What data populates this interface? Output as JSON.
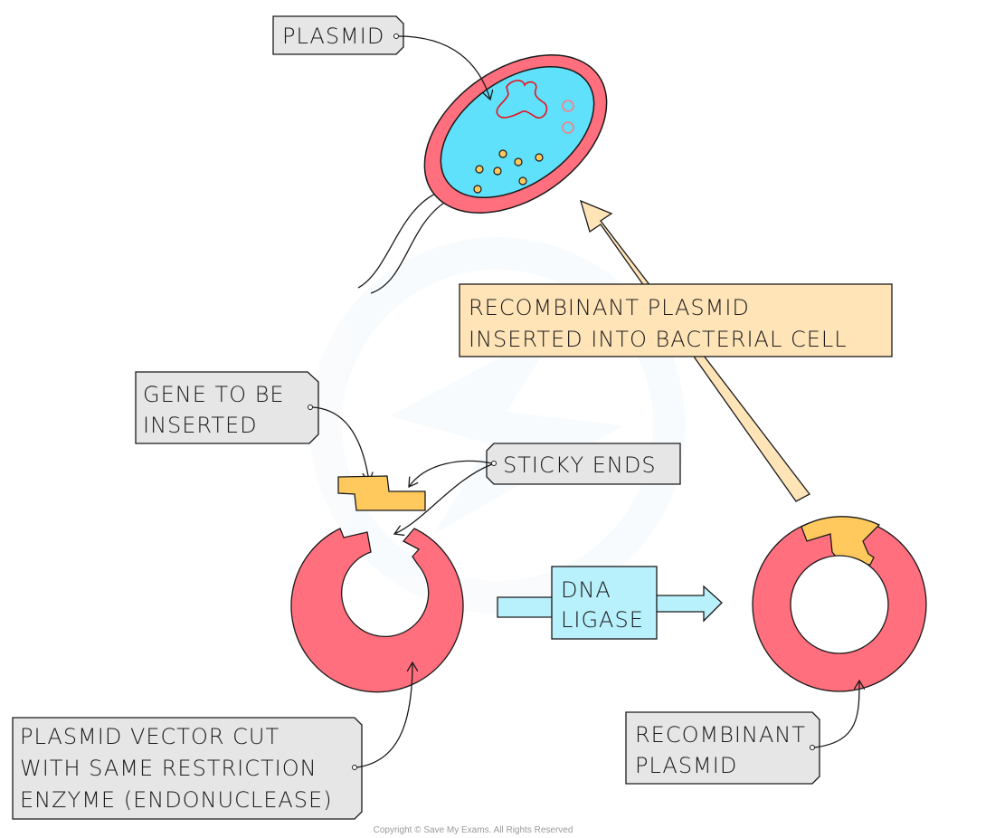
{
  "title": "Producing recombinant plasmid and inserting into bacterial cell",
  "labels": {
    "plasmid": "PLASMID",
    "recombinant_inserted": [
      "RECOMBINANT  PLASMID",
      "INSERTED  INTO BACTERIAL  CELL"
    ],
    "gene_to_be_inserted": [
      "GENE  TO  BE",
      "INSERTED"
    ],
    "sticky_ends": "STICKY  ENDS",
    "dna_ligase": [
      "DNA",
      "LIGASE"
    ],
    "plasmid_vector_cut": [
      "PLASMID  VECTOR  CUT",
      "WITH  SAME  RESTRICTION",
      "ENZYME  (ENDONUCLEASE)"
    ],
    "recombinant_plasmid": [
      "RECOMBINANT",
      "PLASMID"
    ]
  },
  "copyright": "Copyright © Save My Exams. All Rights Reserved",
  "colors": {
    "plasmid_red": "#ff6f7d",
    "cytoplasm_blue": "#5fe0fb",
    "gene_yellow": "#ffc95e",
    "arrow_beige": "#ffe4b8",
    "ligase_blue": "#b8f0fb",
    "tag_gray": "#e6e6e6",
    "chromosome_red": "#e8121e",
    "outline": "#1a1a1a"
  }
}
